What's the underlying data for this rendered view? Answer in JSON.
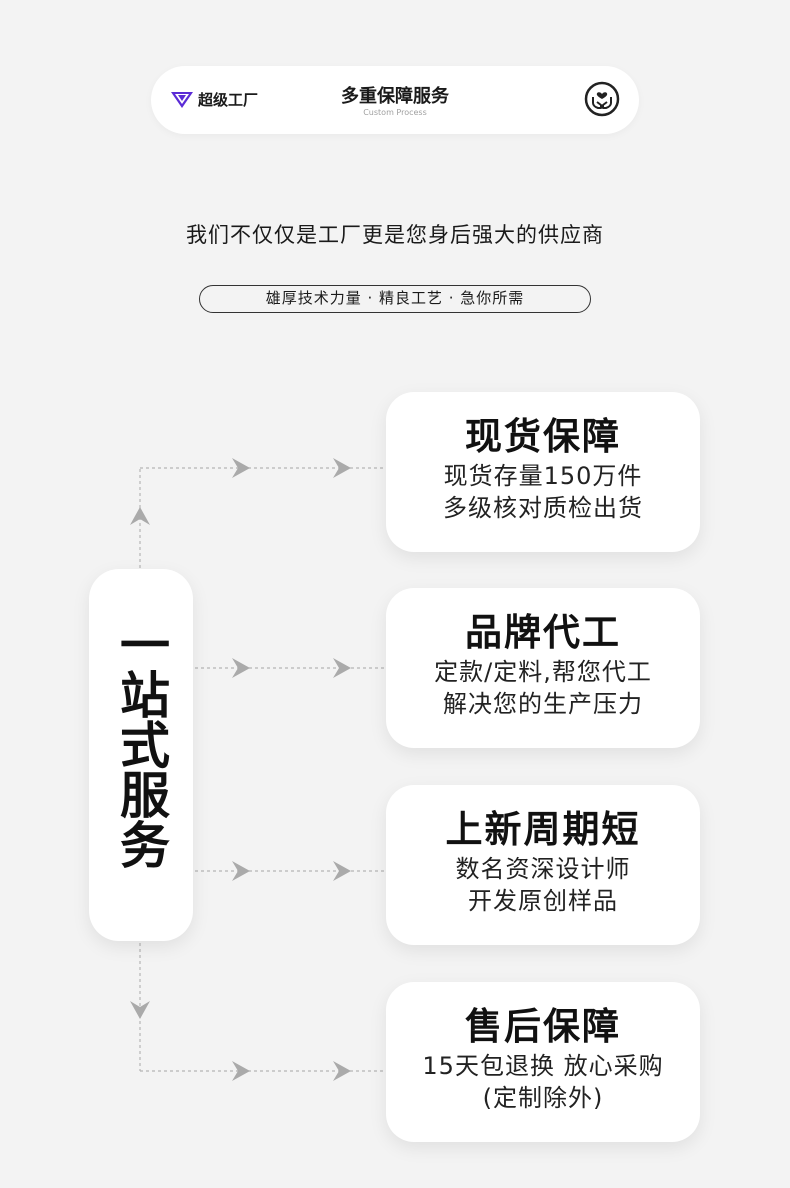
{
  "header": {
    "logo_text": "超级工厂",
    "title": "多重保障服务",
    "subtitle": "Custom Process"
  },
  "headline": "我们不仅仅是工厂更是您身后强大的供应商",
  "pill_text": "雄厚技术力量 · 精良工艺 · 急你所需",
  "side_label": "一站式服务",
  "cards": [
    {
      "title": "现货保障",
      "lines": [
        "现货存量150万件",
        "多级核对质检出货"
      ]
    },
    {
      "title": "品牌代工",
      "lines": [
        "定款/定料,帮您代工",
        "解决您的生产压力"
      ]
    },
    {
      "title": "上新周期短",
      "lines": [
        "数名资深设计师",
        "开发原创样品"
      ]
    },
    {
      "title": "售后保障",
      "lines": [
        "15天包退换 放心采购",
        "(定制除外)"
      ]
    }
  ],
  "colors": {
    "background": "#f3f3f3",
    "card": "#ffffff",
    "logo_purple": "#5b2bd6",
    "arrow": "#aaaaaa"
  }
}
